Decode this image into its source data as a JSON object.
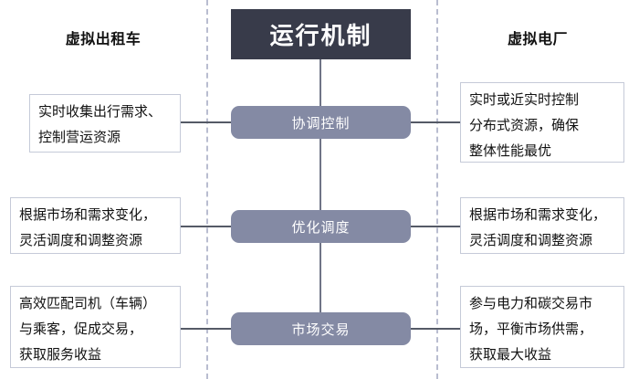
{
  "diagram": {
    "center_title": "运行机制",
    "columns": {
      "left_heading": "虚拟出租车",
      "right_heading": "虚拟电厂"
    },
    "colors": {
      "title_block": "#383B4A",
      "pill": "#848AA4",
      "divider": "#B9BDD0",
      "box_border": "#C5CAD8",
      "connector": "#555A66",
      "text": "#111111",
      "pill_text": "#FFFFFF"
    },
    "rows": [
      {
        "mechanism": "协调控制",
        "left_text": "实时收集出行需求、\n控制营运资源",
        "right_text": "实时或近实时控制\n分布式资源，确保\n整体性能最优"
      },
      {
        "mechanism": "优化调度",
        "left_text": "根据市场和需求变化，\n灵活调度和调整资源",
        "right_text": "根据市场和需求变化，\n灵活调度和调整资源"
      },
      {
        "mechanism": "市场交易",
        "left_text": "高效匹配司机（车辆）\n与乘客，促成交易，\n获取服务收益",
        "right_text": "参与电力和碳交易市\n场，平衡市场供需，\n获取最大收益"
      }
    ]
  }
}
